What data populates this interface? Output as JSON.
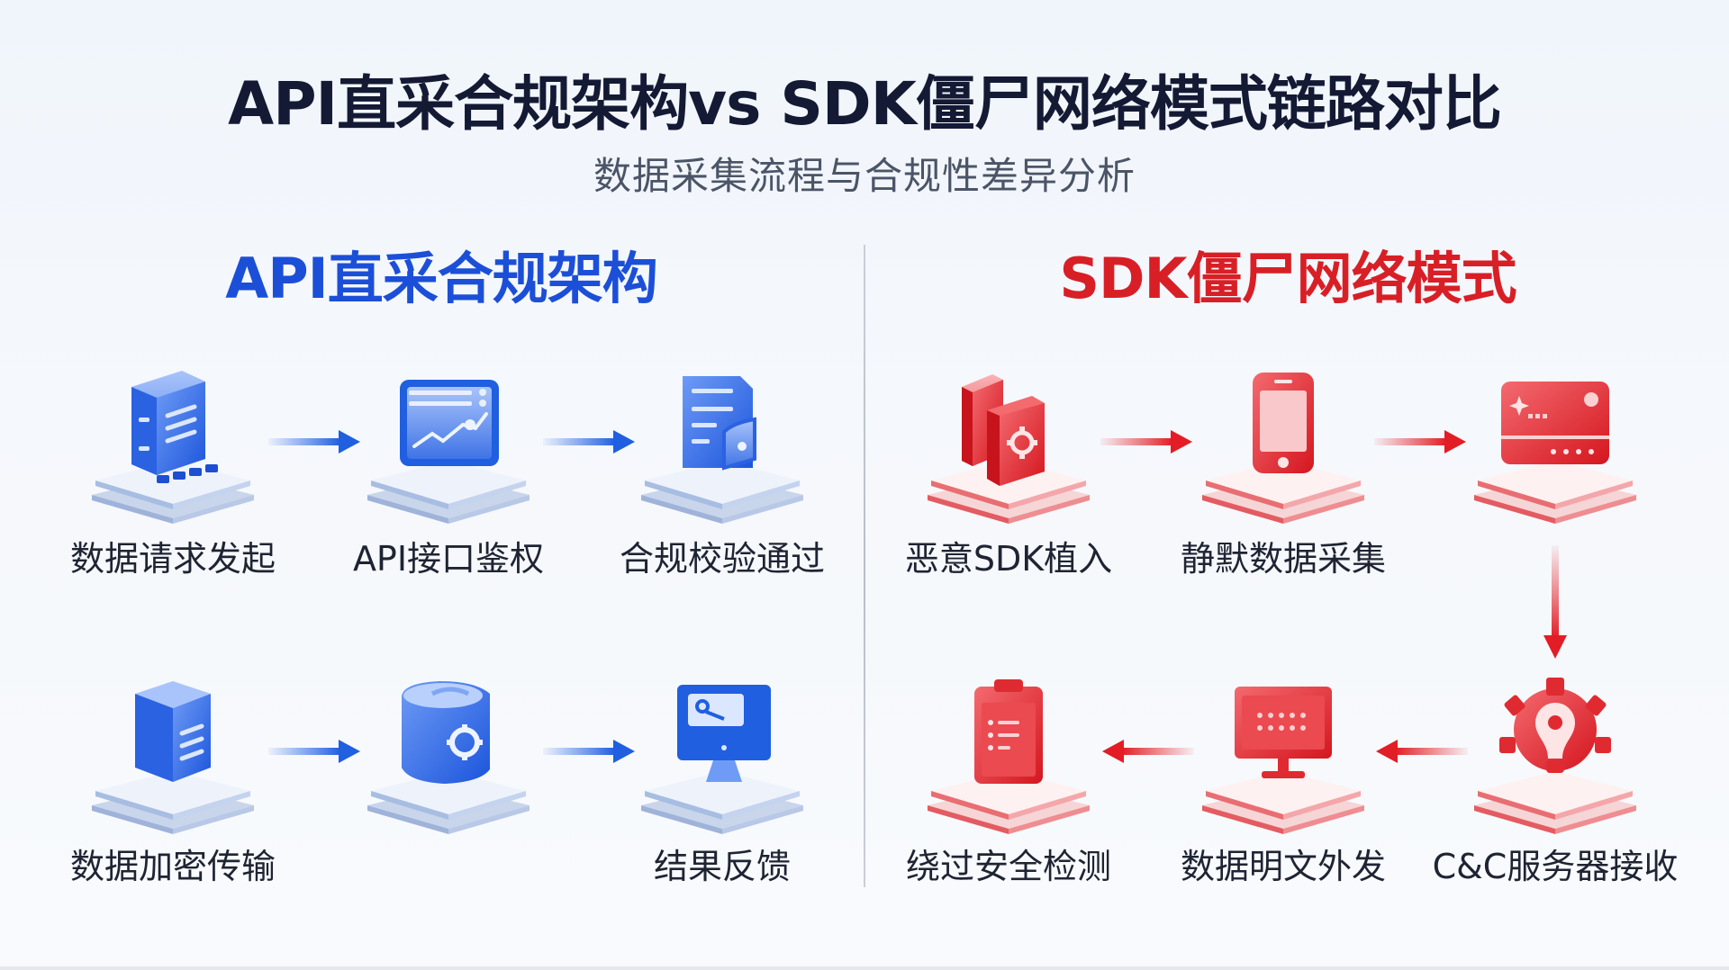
{
  "header": {
    "title": "API直采合规架构vs SDK僵尸网络模式链路对比",
    "subtitle": "数据采集流程与合规性差异分析"
  },
  "colors": {
    "title": "#141a34",
    "subtitle": "#4b5567",
    "api_accent": "#1c4fd8",
    "sdk_accent": "#d81f26",
    "divider": "#c0c5cf",
    "background": "#f3f7fb"
  },
  "api_section": {
    "heading": "API直采合规架构",
    "flow_direction": "row1 left-to-right, row2 left-to-right",
    "steps": [
      {
        "label": "数据请求发起",
        "icon": "server-tower-icon"
      },
      {
        "label": "API接口鉴权",
        "icon": "browser-chart-icon"
      },
      {
        "label": "合规校验通过",
        "icon": "document-seal-icon"
      },
      {
        "label": "数据加密传输",
        "icon": "cube-server-icon"
      },
      {
        "label": "",
        "icon": "database-gear-icon"
      },
      {
        "label": "结果反馈",
        "icon": "monitor-display-icon"
      }
    ]
  },
  "sdk_section": {
    "heading": "SDK僵尸网络模式",
    "flow_direction": "row1 left-to-right, down, row2 right-to-left",
    "steps": [
      {
        "label": "恶意SDK植入",
        "icon": "sdk-blocks-gear-icon"
      },
      {
        "label": "静默数据采集",
        "icon": "smartphone-icon"
      },
      {
        "label": "",
        "icon": "card-device-icon"
      },
      {
        "label": "C&C服务器接收",
        "icon": "gear-lightbulb-icon"
      },
      {
        "label": "数据明文外发",
        "icon": "monitor-grid-icon"
      },
      {
        "label": "绕过安全检测",
        "icon": "clipboard-checklist-icon"
      }
    ]
  }
}
